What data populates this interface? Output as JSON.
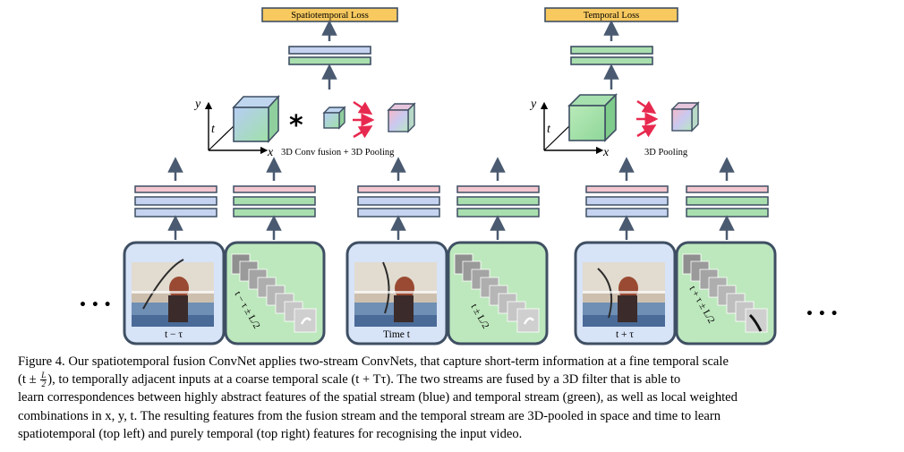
{
  "heads": {
    "spatiotemporal_loss": "Spatiotemporal Loss",
    "temporal_loss": "Temporal Loss"
  },
  "fusion": {
    "operator": "*",
    "conv_fusion_label": "3D Conv fusion + 3D Pooling",
    "pooling_label": "3D Pooling"
  },
  "axes": {
    "x": "x",
    "y": "y",
    "t": "t"
  },
  "frames": {
    "left": "t − τ",
    "center": "Time t",
    "right": "t + τ"
  },
  "flow_labels": {
    "left": "t − τ ± L/2",
    "center": "t ± L/2",
    "right": "t + τ ± L/2"
  },
  "ellipsis": "• • •",
  "caption": {
    "lines": [
      "Figure 4. Our spatiotemporal fusion ConvNet applies two-stream ConvNets, that capture short-term information at a fine temporal scale",
      "), to temporally adjacent inputs at a coarse temporal scale (t + Tτ). The two streams are fused by a 3D filter that is able to",
      "learn correspondences between highly abstract features of the spatial stream (blue) and temporal stream (green), as well as local weighted",
      "combinations in x, y, t. The resulting features from the fusion stream and the temporal stream are 3D-pooled in space and time to learn",
      "spatiotemporal (top left) and purely temporal (top right) features for recognising the input video."
    ],
    "line2_prefix": "(t ± ",
    "frac_num": "L",
    "frac_den": "2"
  },
  "colors": {
    "blue_layer": "#c6d3f0",
    "green_layer": "#a9dfae",
    "pink_layer": "#f3c7cf",
    "loss_fill": "#f7c95f",
    "frame_blue_bg": "#d7e3f7",
    "frame_green_bg": "#bde8bd",
    "frame_border": "#3f4f63",
    "arrow": "#4a5a70",
    "red_arrow": "#e8294f"
  }
}
